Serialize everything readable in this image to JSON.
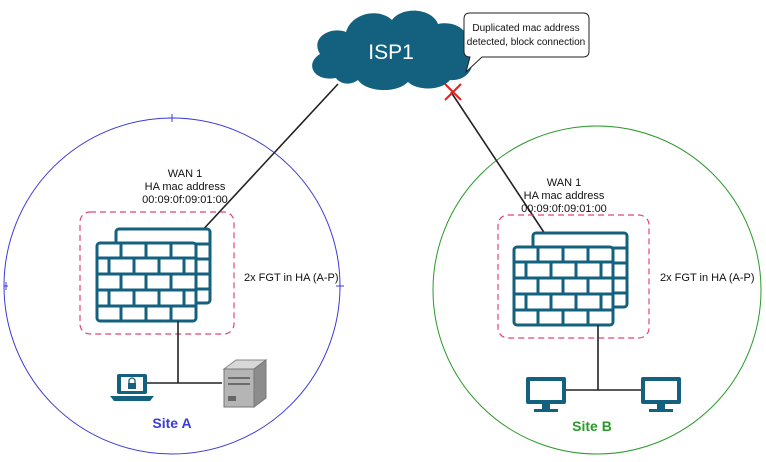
{
  "cloud": {
    "label": "ISP1",
    "color": "#13607f"
  },
  "callout": {
    "line1": "Duplicated mac address",
    "line2": "detected, block connection"
  },
  "site_a": {
    "name": "Site A",
    "circle_color": "#3b3bd6",
    "wan_label": "WAN 1",
    "ha_label": "HA mac address",
    "mac": "00:09:0f:09:01:00",
    "fgt_label": "2x FGT in HA (A-P)",
    "devices": [
      "laptop-lock-icon",
      "server-icon"
    ]
  },
  "site_b": {
    "name": "Site B",
    "circle_color": "#2a9a2a",
    "wan_label": "WAN 1",
    "ha_label": "HA mac address",
    "mac": "00:09:0f:09:01:00",
    "fgt_label": "2x FGT in HA (A-P)",
    "devices": [
      "monitor-icon",
      "monitor-icon"
    ]
  },
  "colors": {
    "firewall": "#13607f",
    "ha_box": "#e0457b",
    "blocked_mark": "#e8201e",
    "link": "#222222"
  }
}
